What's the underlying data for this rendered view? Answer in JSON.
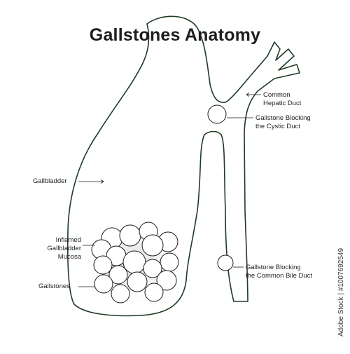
{
  "title": "Gallstones Anatomy",
  "labels": {
    "common_hepatic_duct": [
      "Common",
      "Hepatic Duct"
    ],
    "cystic_stone": [
      "Gallstone Blocking",
      "the Cystic Duct"
    ],
    "gallbladder": "Gallbladder",
    "mucosa": [
      "Inflamed",
      "Gallbladder",
      "Mucosa"
    ],
    "gallstones": "Gallstones",
    "bile_duct_stone": [
      "Gallstone Blocking",
      "the Common Bile Duct"
    ]
  },
  "watermark": "Adobe Stock | #1007692549",
  "colors": {
    "outline": "#1f3b24",
    "text": "#1e1e1e"
  }
}
